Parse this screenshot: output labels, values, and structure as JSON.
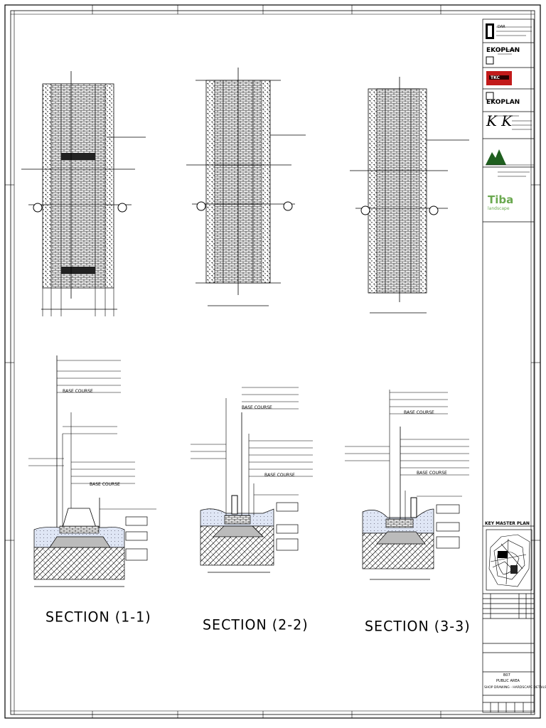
{
  "sections": [
    {
      "id": "1-1",
      "title": "SECTION (1-1)"
    },
    {
      "id": "2-2",
      "title": "SECTION (2-2)"
    },
    {
      "id": "3-3",
      "title": "SECTION (3-3)"
    }
  ],
  "callouts": {
    "base_course": "BASE COURSE"
  },
  "title_block": {
    "logo_dar": "DAR",
    "logo_tkc": "TKC",
    "logo_ekoplan_1": "EKOPLAN",
    "logo_ekoplan_2": "EKOPLAN",
    "logo_kk": "K K",
    "logo_tiba": "Tiba",
    "logo_tiba_sub": "landscape",
    "key_plan_title": "KEY MASTER PLAN",
    "area_code": "B07",
    "area_name": "PUBLIC AREA",
    "drawing_type": "SHOP DRAWING - HARDSCAPE DETAILS"
  },
  "colors": {
    "line": "#000000",
    "brand_red": "#c21a1a",
    "tiba_green": "#6aa84f",
    "tiba_orange": "#e69138"
  }
}
